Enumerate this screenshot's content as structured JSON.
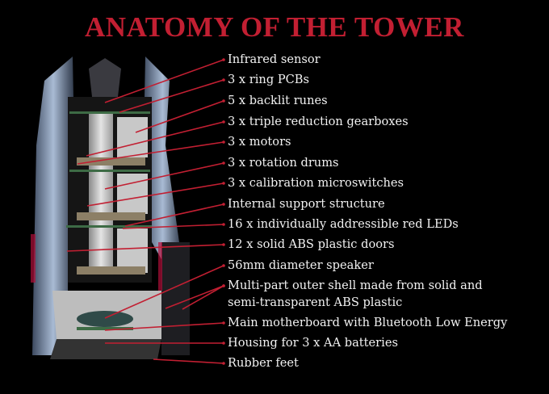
{
  "title": "ANATOMY OF THE TOWER",
  "accent_color": "#c21f32",
  "labels": [
    "Infrared sensor",
    "3 x ring PCBs",
    "5 x backlit runes",
    "3 x triple reduction gearboxes",
    "3 x motors",
    "3 x rotation drums",
    "3 x calibration microswitches",
    "Internal support structure",
    "16 x individually addressible red LEDs",
    "12 x solid ABS plastic doors",
    "56mm diameter speaker",
    "Multi-part outer shell made from solid and",
    "semi-transparent ABS plastic",
    "Main motherboard with Bluetooth Low Energy",
    "Housing for 3 x AA batteries",
    "Rubber feet"
  ]
}
